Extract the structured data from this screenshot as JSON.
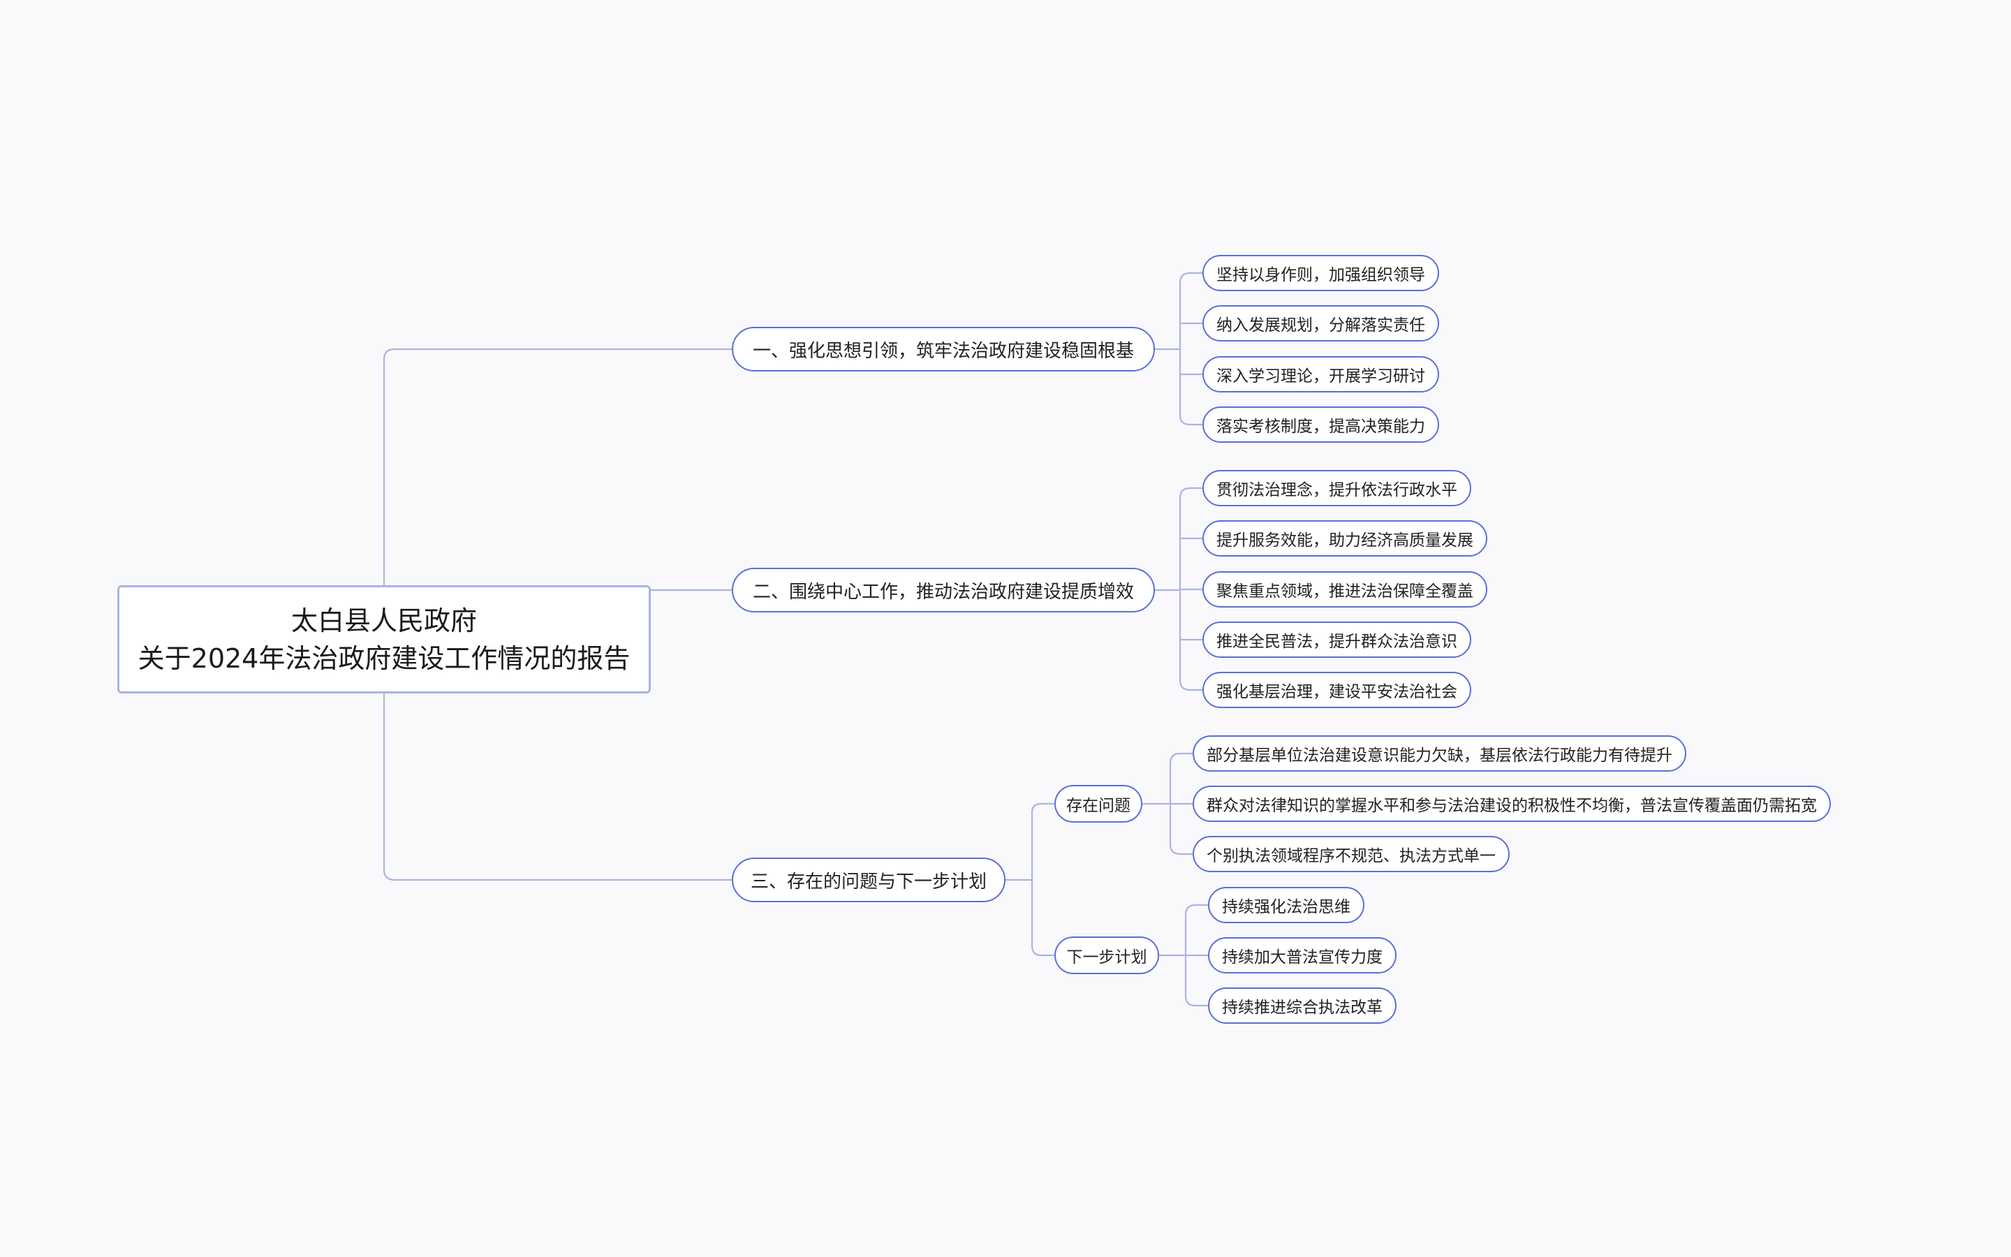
{
  "root": {
    "line1": "太白县人民政府",
    "line2": "关于2024年法治政府建设工作情况的报告"
  },
  "branches": [
    {
      "label": "一、强化思想引领，筑牢法治政府建设稳固根基",
      "items": [
        "坚持以身作则，加强组织领导",
        "纳入发展规划，分解落实责任",
        "深入学习理论，开展学习研讨",
        "落实考核制度，提高决策能力"
      ]
    },
    {
      "label": "二、围绕中心工作，推动法治政府建设提质增效",
      "items": [
        "贯彻法治理念，提升依法行政水平",
        "提升服务效能，助力经济高质量发展",
        "聚焦重点领域，推进法治保障全覆盖",
        "推进全民普法，提升群众法治意识",
        "强化基层治理，建设平安法治社会"
      ]
    },
    {
      "label": "三、存在的问题与下一步计划",
      "groups": [
        {
          "label": "存在问题",
          "items": [
            "部分基层单位法治建设意识能力欠缺，基层依法行政能力有待提升",
            "群众对法律知识的掌握水平和参与法治建设的积极性不均衡，普法宣传覆盖面仍需拓宽",
            "个别执法领域程序不规范、执法方式单一"
          ]
        },
        {
          "label": "下一步计划",
          "items": [
            "持续强化法治思维",
            "持续加大普法宣传力度",
            "持续推进综合执法改革"
          ]
        }
      ]
    }
  ],
  "colors": {
    "node_border": "#5a6fd6",
    "root_border": "#a9b3e6",
    "connector": "#aab4e2",
    "background": "#f9f9fb"
  }
}
